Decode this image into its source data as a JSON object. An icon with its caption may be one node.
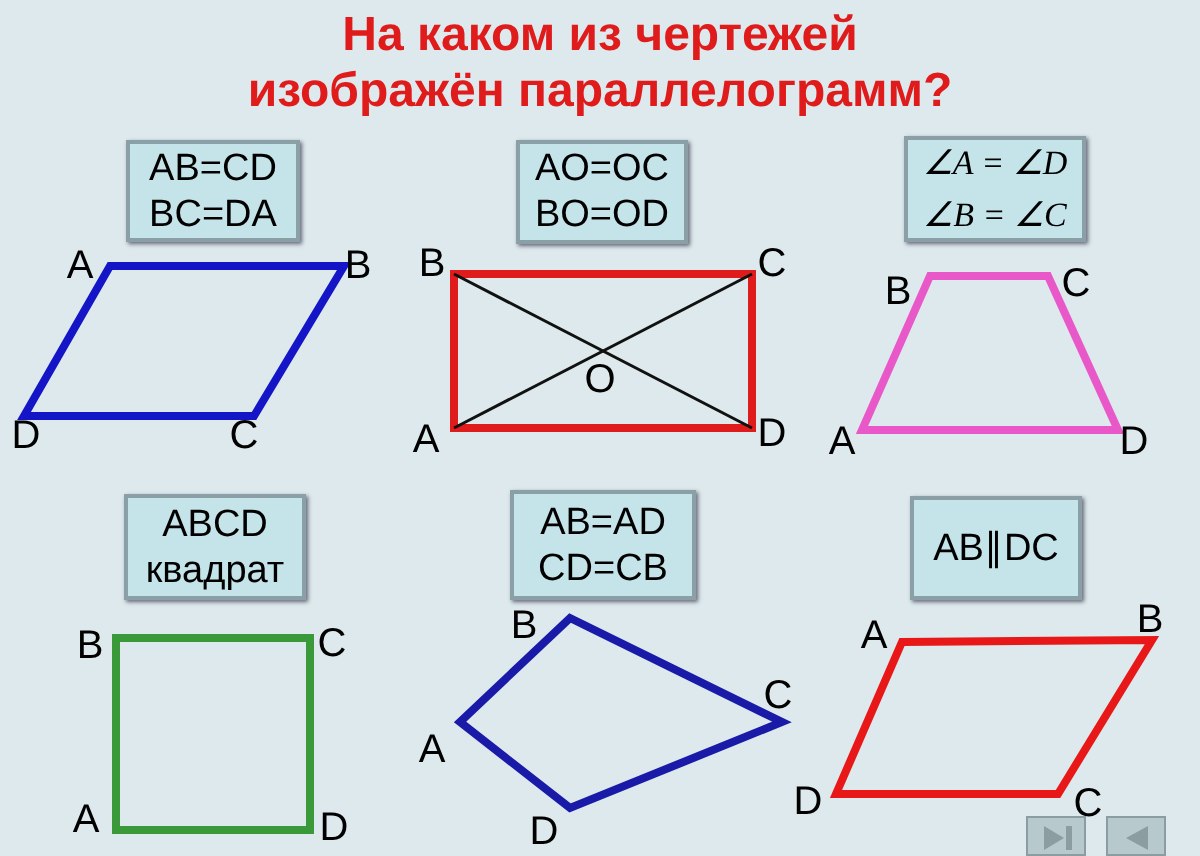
{
  "diagram": {
    "title": "На каком из чертежей изображён параллелограмм?",
    "nodes": [
      {
        "text": [
          "AB=CD BC=DA"
        ]
      },
      {
        "text": [
          "AO=OC BO=OD"
        ]
      },
      {
        "text": [
          "∠A = ∠D ∠B = ∠C"
        ]
      },
      {
        "text": [
          "ABCD квадрат"
        ]
      },
      {
        "text": [
          "AB=AD CD=CB"
        ]
      },
      {
        "text": [
          "AB∥DC"
        ]
      }
    ],
    "labels": [
      "A",
      "B",
      "D",
      "C",
      "B",
      "C",
      "O",
      "A",
      "D",
      "B",
      "C",
      "A",
      "D",
      "B",
      "C",
      "A",
      "D",
      "B",
      "C",
      "A",
      "D",
      "A",
      "B",
      "D",
      "C"
    ]
  }
}
